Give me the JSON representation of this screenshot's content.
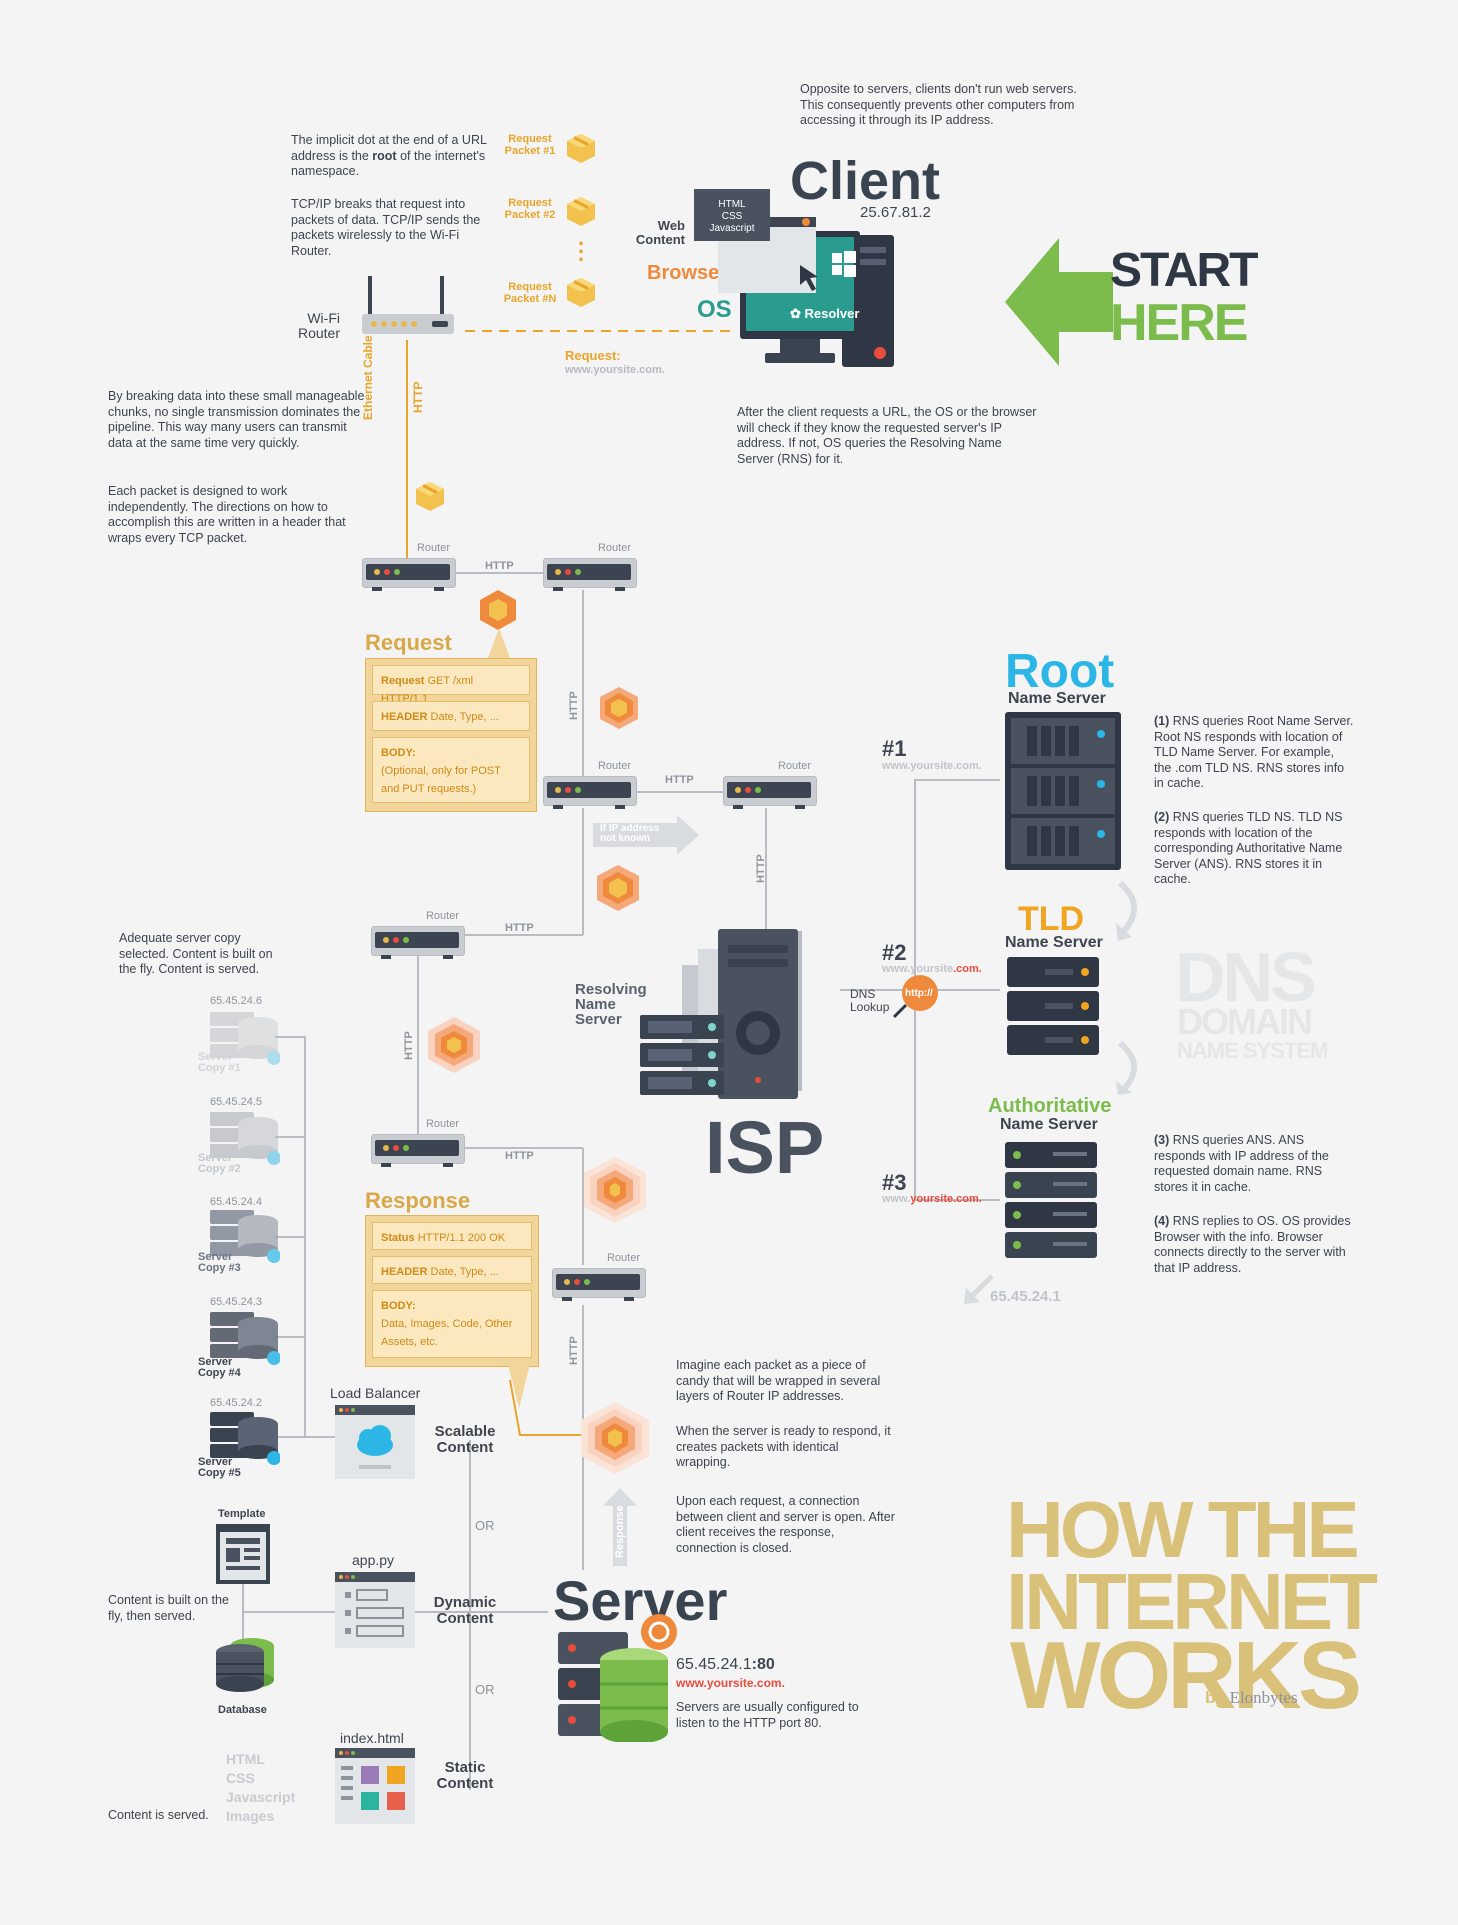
{
  "title": {
    "line1": "HOW THE",
    "line2": "INTERNET",
    "line3": "WORKS",
    "by": "by",
    "brand": "Elonbytes",
    "color": "#d9c17a"
  },
  "start_here": {
    "line1": "START",
    "line2": "HERE",
    "arrow_color": "#7cbc4c",
    "text_color": "#2f3744",
    "here_color": "#7cbc4c"
  },
  "client": {
    "title": "Client",
    "ip": "25.67.81.2",
    "note": "Opposite to servers, clients don't run web servers. This consequently prevents other computers from accessing it through its IP address.",
    "web_content_label": "Web Content",
    "web_content_items": [
      "HTML",
      "CSS",
      "Javascript"
    ],
    "browser_label": "Browser",
    "os_label": "OS",
    "resolver_label": "Resolver",
    "after_note": "After the client requests a URL, the OS or the browser will check if they know the requested server's IP address. If not, OS queries the Resolving Name Server (RNS) for it."
  },
  "request_line": {
    "label": "Request:",
    "url": "www.yoursite.com."
  },
  "notes_left": {
    "dot_note_pre": "The implicit dot at the end of a URL address is the ",
    "dot_note_bold": "root",
    "dot_note_post": " of the internet's namespace.",
    "tcp_note": "TCP/IP breaks that request into packets of data. TCP/IP sends the packets wirelessly to the Wi-Fi Router.",
    "chunks_note": "By breaking data into these small manageable chunks, no single transmission dominates the pipeline. This way many users can transmit data at the same time very quickly.",
    "independent_note": "Each packet is designed to work independently. The directions on how to accomplish this are written in a header that wraps every TCP packet."
  },
  "packets": [
    "Request Packet #1",
    "Request Packet #2",
    "Request Packet #N"
  ],
  "wifi": {
    "label": "Wi-Fi Router",
    "cable_label": "Ethernet Cable",
    "http_label": "HTTP"
  },
  "routers": {
    "label": "Router",
    "http": "HTTP"
  },
  "request_box": {
    "title": "Request",
    "row1_bold": "Request",
    "row1": "GET /xml HTTP/1.1",
    "row2_bold": "HEADER",
    "row2": "Date, Type, ...",
    "row3_bold": "BODY:",
    "row3": "(Optional, only for POST and PUT requests.)"
  },
  "response_box": {
    "title": "Response",
    "row1_bold": "Status",
    "row1": "HTTP/1.1 200 OK",
    "row2_bold": "HEADER",
    "row2": "Date, Type, ...",
    "row3_bold": "BODY:",
    "row3": "Data, Images, Code, Other Assets, etc."
  },
  "ip_unknown": "If IP address not known",
  "isp": {
    "title": "ISP",
    "rns_label": "Resolving Name Server",
    "dns_lookup": "DNS Lookup",
    "http_badge": "http://"
  },
  "dns": {
    "steps": [
      {
        "num": "#1",
        "url": "www.yoursite.com."
      },
      {
        "num": "#2",
        "url_pre": "www.yoursite",
        "url_hl": ".com."
      },
      {
        "num": "#3",
        "url_pre": "www.",
        "url_hl": "yoursite.com."
      }
    ],
    "root_title": "Root",
    "root_sub": "Name Server",
    "tld_title": "TLD",
    "tld_sub": "Name Server",
    "auth_title": "Authoritative",
    "auth_sub": "Name Server",
    "note1_num": "(1)",
    "note1": "RNS queries Root Name Server. Root NS responds with location of TLD Name Server. For example, the .com TLD NS. RNS stores info in cache.",
    "note2_num": "(2)",
    "note2": "RNS queries TLD NS. TLD NS responds with location of the corresponding Authoritative Name Server (ANS). RNS stores it in cache.",
    "note3_num": "(3)",
    "note3": "RNS queries ANS. ANS responds with IP address of the requested domain name. RNS stores it in cache.",
    "note4_num": "(4)",
    "note4": "RNS replies to OS. OS provides Browser with the info. Browser connects directly to the server with that IP address.",
    "watermark1": "DNS",
    "watermark2": "DOMAIN",
    "watermark3": "NAME SYSTEM",
    "return_ip": "65.45.24.1"
  },
  "server_copies": {
    "note": "Adequate server copy selected. Content is built on the fly. Content is served.",
    "copies": [
      {
        "ip": "65.45.24.6",
        "name": "Server Copy #1"
      },
      {
        "ip": "65.45.24.5",
        "name": "Server Copy #2"
      },
      {
        "ip": "65.45.24.4",
        "name": "Server Copy #3"
      },
      {
        "ip": "65.45.24.3",
        "name": "Server Copy #4"
      },
      {
        "ip": "65.45.24.2",
        "name": "Server Copy #5"
      }
    ],
    "load_balancer": "Load Balancer",
    "scalable": "Scalable Content",
    "or1": "OR",
    "or2": "OR",
    "dynamic": "Dynamic Content",
    "static": "Static Content",
    "template": "Template",
    "app": "app.py",
    "database": "Database",
    "index": "index.html",
    "built_note": "Content is built on the fly, then served.",
    "served_note": "Content is served.",
    "static_types": [
      "HTML",
      "CSS",
      "Javascript",
      "Images"
    ]
  },
  "server": {
    "title": "Server",
    "ip": "65.45.24.1",
    "port": ":80",
    "url": "www.yoursite.com.",
    "port_note": "Servers are usually configured to listen to the HTTP port 80.",
    "response_arrow": "Response",
    "candy_note": "Imagine each packet as a piece of candy that will be wrapped in several layers of Router IP addresses.",
    "wrap_note": "When the server is ready to respond, it creates packets with identical wrapping.",
    "conn_note": "Upon each request, a connection between client and server is open. After client receives the response, connection is closed."
  }
}
